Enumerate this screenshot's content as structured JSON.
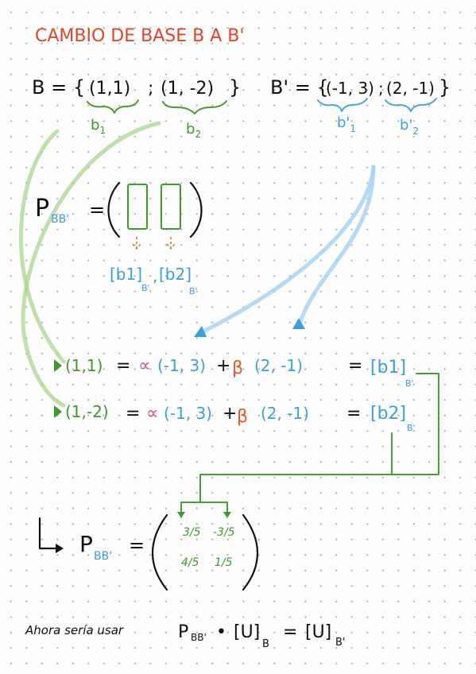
{
  "title": "CAMBIO DE BASE  B A B'",
  "bases": {
    "b_label": "B = {",
    "b_v1": "(1,1)",
    "b_sep": ";",
    "b_v2": "(1, -2)",
    "b_close": "}",
    "b1": "b",
    "b1_sub": "1",
    "b2": "b",
    "b2_sub": "2",
    "bp_label": "B' = {",
    "bp_v1": "(-1, 3)",
    "bp_sep": ";",
    "bp_v2": "(2, -1)",
    "bp_close": "}",
    "bp1": "b'",
    "bp1_sub": "1",
    "bp2": "b'",
    "bp2_sub": "2"
  },
  "matrix_def": {
    "symbol": "P",
    "subscript": "BB'",
    "equals": "=",
    "col1": "[b1]",
    "col1_sub": "B'",
    "col_sep": ",",
    "col2": "[b2]",
    "col2_sub": "B'"
  },
  "equations": [
    {
      "lhs": "(1,1)",
      "eq": "=",
      "alpha": "∝",
      "v1": "(-1, 3)",
      "plus": "+",
      "beta": "β",
      "v2": "(2, -1)",
      "rhs_eq": "=",
      "rhs": "[b1]",
      "rhs_sub": "B'"
    },
    {
      "lhs": "(1,-2)",
      "eq": "=",
      "alpha": "∝",
      "v1": "(-1, 3)",
      "plus": "+",
      "beta": "β",
      "v2": "(2, -1)",
      "rhs_eq": "=",
      "rhs": "[b2]",
      "rhs_sub": "B'"
    }
  ],
  "result": {
    "symbol": "P",
    "subscript": "BB'",
    "equals": "=",
    "m11": "3/5",
    "m12": "-3/5",
    "m21": "4/5",
    "m22": "1/5"
  },
  "footer": {
    "text": "Ahora sería usar",
    "symbol": "P",
    "subscript": "BB'",
    "dot": "•",
    "u1": "[U]",
    "u1_sub": "B",
    "equals": "=",
    "u2": "[U]",
    "u2_sub": "B'"
  },
  "colors": {
    "black": "#111111",
    "red": "#e0452a",
    "green": "#3f9a2b",
    "blue": "#3d9fe0",
    "pink": "#d0508c"
  }
}
